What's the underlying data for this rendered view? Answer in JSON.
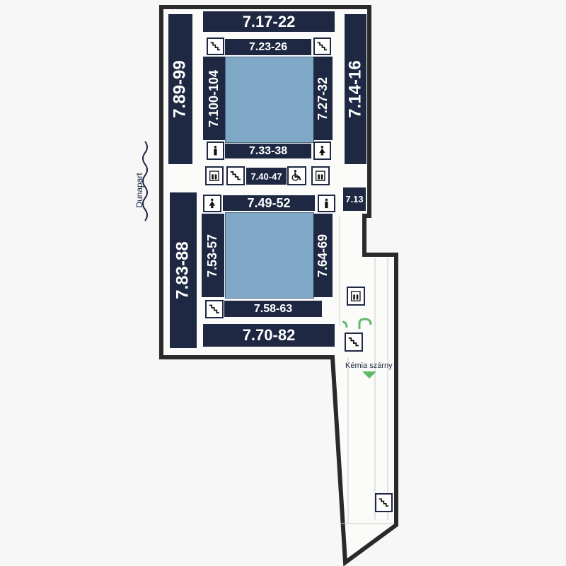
{
  "rooms": {
    "r1": "7.17-22",
    "r2": "7.89-99",
    "r3": "7.14-16",
    "r4": "7.23-26",
    "r5": "7.100-104",
    "r6": "7.27-32",
    "r7": "7.33-38",
    "r8": "7.40-47",
    "r9": "7.13",
    "r10": "7.83-88",
    "r11": "7.49-52",
    "r12": "7.53-57",
    "r13": "7.64-69",
    "r14": "7.58-63",
    "r15": "7.70-82"
  },
  "labels": {
    "riverside": "Dunapart",
    "wing": "Kémia szárny"
  },
  "colors": {
    "room": "#1e2842",
    "courtyard": "#7fa8c6",
    "wall": "#2a2a2a",
    "arrow": "#5fb86a"
  }
}
